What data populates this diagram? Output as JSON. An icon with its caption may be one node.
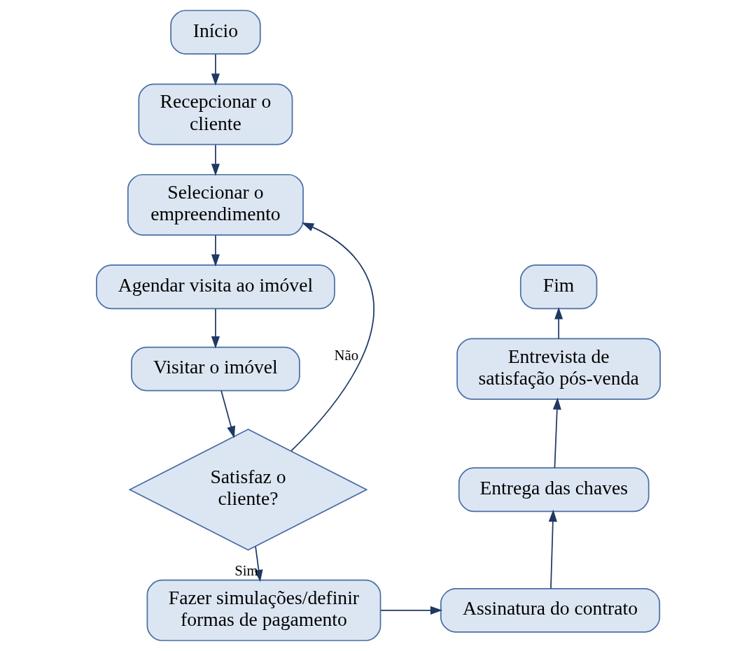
{
  "diagram": {
    "nodes": [
      {
        "text": [
          "Início"
        ]
      },
      {
        "text": [
          "Recepcionar o cliente"
        ]
      },
      {
        "text": [
          "Selecionar o empreendimento"
        ]
      },
      {
        "text": [
          "Agendar visita ao imóvel"
        ]
      },
      {
        "text": [
          "Visitar o imóvel"
        ]
      },
      {
        "text": [
          "Satisfaz o cliente?"
        ]
      },
      {
        "text": [
          "Fazer simulações/definir formas de pagamento"
        ]
      },
      {
        "text": [
          "Assinatura do contrato"
        ]
      },
      {
        "text": [
          "Entrega das chaves"
        ]
      },
      {
        "text": [
          "Entrevista de satisfação pós-venda"
        ]
      },
      {
        "text": [
          "Fim"
        ]
      }
    ],
    "edges": [
      {
        "from": 0,
        "to": 1,
        "arrow": "to"
      },
      {
        "from": 1,
        "to": 2,
        "arrow": "to"
      },
      {
        "from": 2,
        "to": 3,
        "arrow": "to"
      },
      {
        "from": 3,
        "to": 4,
        "arrow": "to"
      },
      {
        "from": 4,
        "to": 5,
        "arrow": "to"
      },
      {
        "from": 5,
        "to": 6,
        "arrow": "to",
        "label": "Sim"
      },
      {
        "from": 5,
        "to": 2,
        "arrow": "to",
        "label": "Não"
      },
      {
        "from": 6,
        "to": 7,
        "arrow": "to"
      },
      {
        "from": 7,
        "to": 8,
        "arrow": "to"
      },
      {
        "from": 8,
        "to": 9,
        "arrow": "to"
      },
      {
        "from": 9,
        "to": 10,
        "arrow": "to"
      }
    ]
  }
}
